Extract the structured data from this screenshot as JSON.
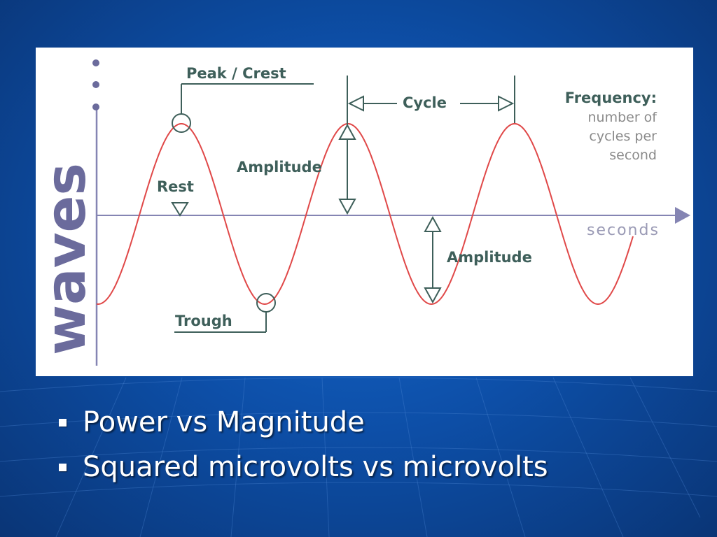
{
  "diagram": {
    "vertical_word": "waves",
    "labels": {
      "peak": "Peak / Crest",
      "cycle": "Cycle",
      "frequency_title": "Frequency:",
      "frequency_line1": "number of",
      "frequency_line2": "cycles per",
      "frequency_line3": "second",
      "amplitude_top": "Amplitude",
      "amplitude_bottom": "Amplitude",
      "rest": "Rest",
      "trough": "Trough",
      "seconds": "seconds"
    },
    "colors": {
      "wave": "#e04848",
      "axis": "#8585b3",
      "annotation": "#3e5f5a"
    }
  },
  "bullets": [
    "Power vs Magnitude",
    "Squared microvolts vs microvolts"
  ]
}
